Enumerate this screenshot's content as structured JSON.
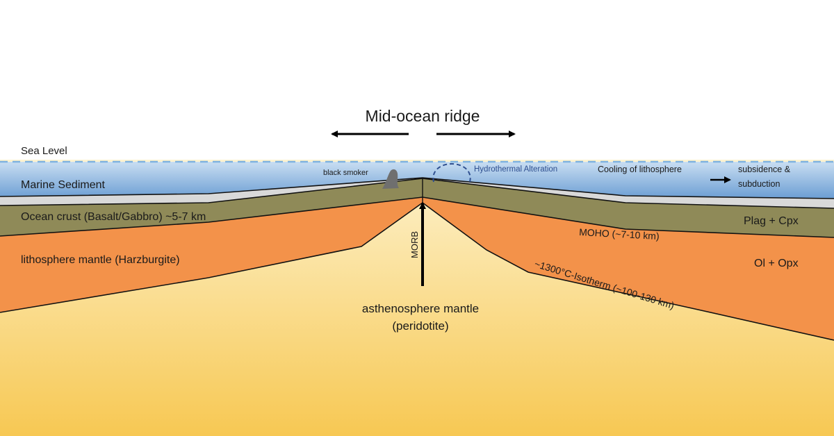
{
  "title": "Mid-ocean ridge",
  "labels": {
    "sea_level": "Sea Level",
    "marine_sediment": "Marine Sediment",
    "ocean_crust": "Ocean crust (Basalt/Gabbro) ~5-7 km",
    "lithosphere_mantle": "lithosphere mantle (Harzburgite)",
    "asthenosphere_line1": "asthenosphere mantle",
    "asthenosphere_line2": "(peridotite)",
    "morb": "MORB",
    "black_smoker": "black smoker",
    "hydrothermal": "Hydrothermal Alteration",
    "cooling": "Cooling of lithosphere",
    "subsidence_line1": "subsidence &",
    "subsidence_line2": "subduction",
    "plag_cpx": "Plag + Cpx",
    "moho": "MOHO (~7-10 km)",
    "ol_opx": "Ol + Opx",
    "isotherm": "~1300°C-Isotherm (~100-130 km)"
  },
  "colors": {
    "sea_top": "#c9def2",
    "sea_bottom": "#5f95cf",
    "sea_level_line": "#7fb2e0",
    "sediment": "#d9d9d9",
    "crust": "#8f8a58",
    "lithosphere": "#f3924a",
    "asthenosphere_top": "#fdf3d0",
    "asthenosphere_bottom": "#f7c853",
    "smoker": "#6f6f6f",
    "hydro_circle": "#2f4f8f"
  }
}
